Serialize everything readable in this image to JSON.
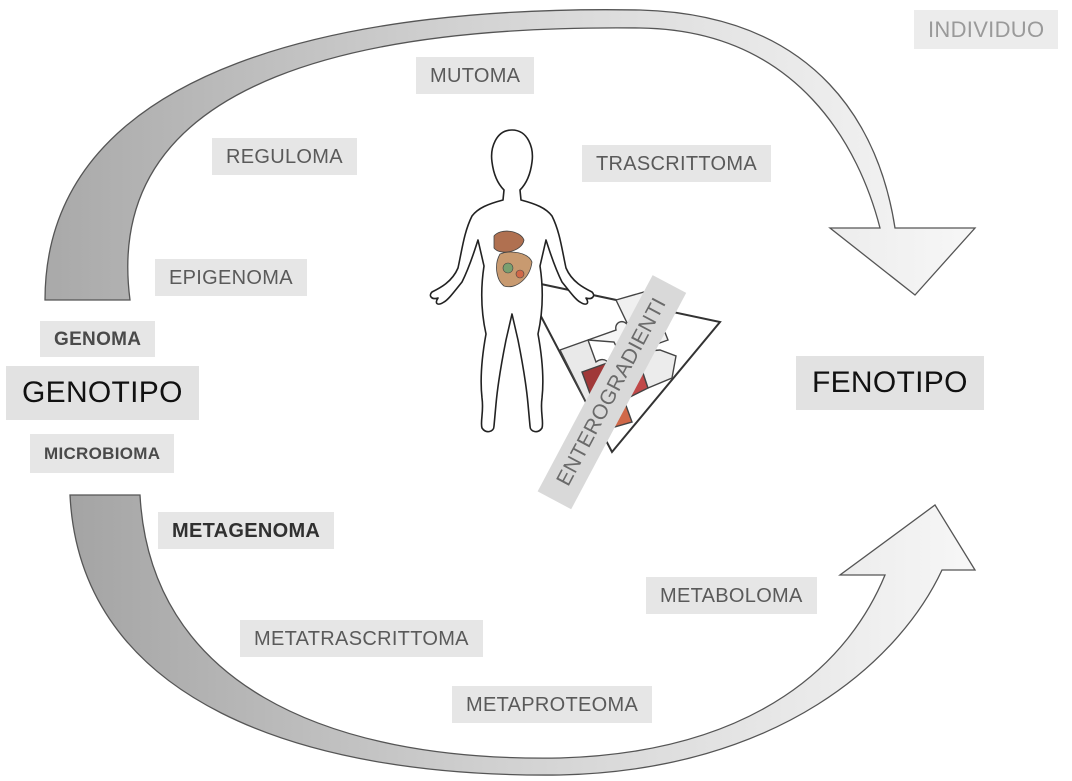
{
  "labels": {
    "individuo": "INDIVIDUO",
    "mutoma": "MUTOMA",
    "reguloma": "REGULOMA",
    "trascrittoma": "TRASCRITTOMA",
    "epigenoma": "EPIGENOMA",
    "genoma": "GENOMA",
    "genotipo": "GENOTIPO",
    "fenotipo": "FENOTIPO",
    "microbioma": "MICROBIOMA",
    "metagenoma": "METAGENOMA",
    "metaboloma": "METABOLOMA",
    "metatrascrittoma": "METATRASCRITTOMA",
    "metaproteoma": "METAPROTEOMA",
    "enterogradienti": "ENTEROGRADIENTI"
  },
  "colors": {
    "upper_arrow_left": "#b8b8b8",
    "upper_arrow_right": "#f2f2f2",
    "lower_arrow_left": "#b0b0b0",
    "lower_arrow_right": "#f0f0f0",
    "label_background": "#e6e6e6",
    "puzzle_red": "#c04040",
    "puzzle_orange": "#d06848"
  },
  "icons": {
    "figure": "human-body-outline-icon",
    "puzzle": "puzzle-pieces-icon",
    "organs": "digestive-organs-icon"
  }
}
